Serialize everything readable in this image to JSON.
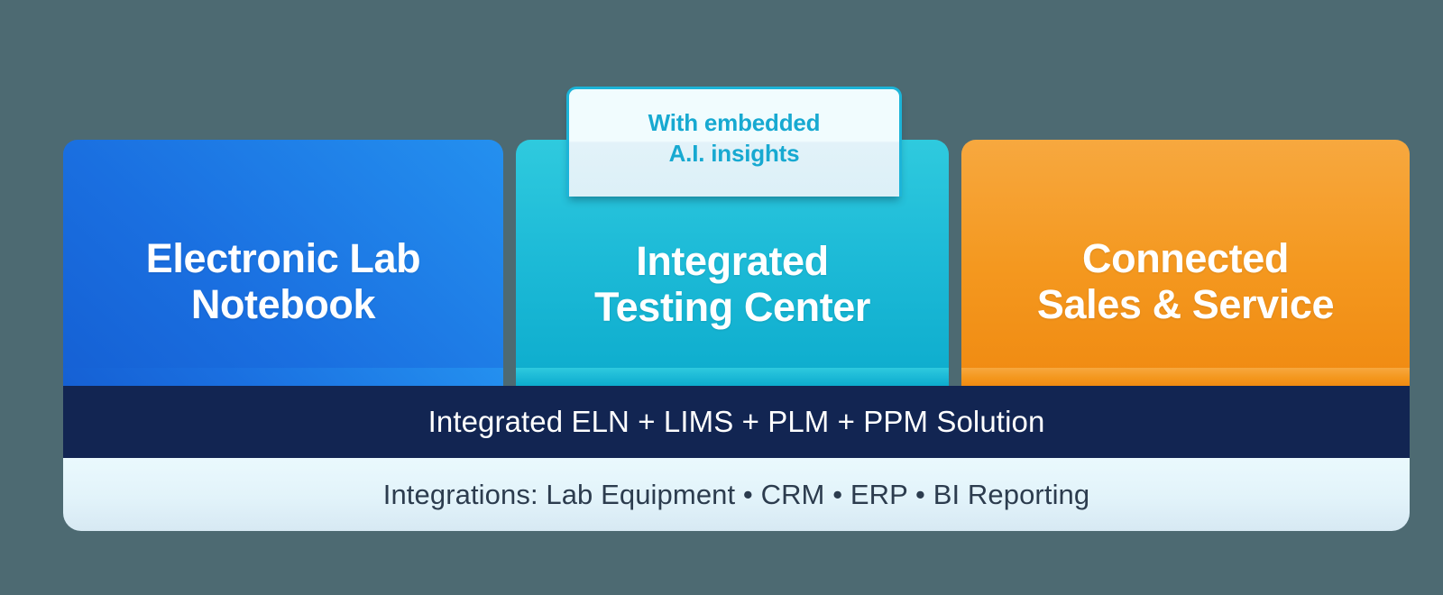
{
  "background_color": "#4d6a72",
  "callout": {
    "text": "With embedded\nA.I. insights",
    "text_color": "#17a9d1",
    "border_color": "#1cb4d8",
    "background_top": "#f1fcfe",
    "background_bottom": "#dcf0f7"
  },
  "cards": [
    {
      "id": "electronic-lab-notebook",
      "title": "Electronic Lab\nNotebook",
      "color_start": "#1560d4",
      "color_end": "#2490ef",
      "text_color": "#ffffff"
    },
    {
      "id": "integrated-testing-center",
      "title": "Integrated\nTesting Center",
      "color_start": "#2fcade",
      "color_end": "#0daccd",
      "text_color": "#ffffff"
    },
    {
      "id": "connected-sales-and-service",
      "title": "Connected\nSales & Service",
      "color_start": "#f7a83f",
      "color_end": "#f08a11",
      "text_color": "#ffffff"
    }
  ],
  "solution_band": {
    "text": "Integrated ELN + LIMS + PLM + PPM Solution",
    "background_color": "#122552",
    "text_color": "#ffffff"
  },
  "integrations_band": {
    "text": "Integrations: Lab Equipment • CRM • ERP • BI Reporting",
    "background_top": "#eaf9fd",
    "background_bottom": "#d7e9f3",
    "text_color": "#2c3c4e"
  }
}
